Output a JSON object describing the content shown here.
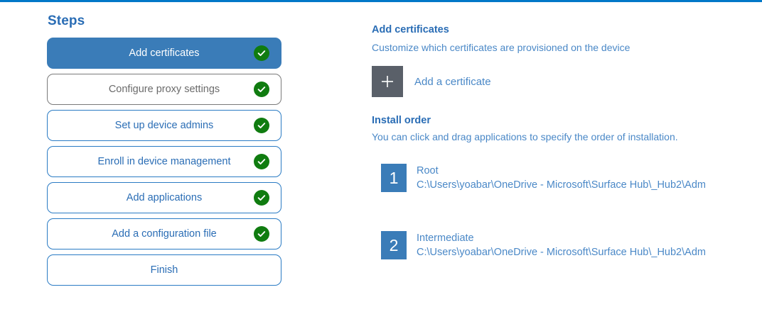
{
  "accent_color": "#0078c8",
  "brand_blue": "#2a6db5",
  "active_blue": "#3a7cb8",
  "success_green": "#107c10",
  "steps_panel": {
    "title": "Steps",
    "items": [
      {
        "label": "Add certificates",
        "state": "active",
        "completed": true
      },
      {
        "label": "Configure proxy settings",
        "state": "hovered",
        "completed": true
      },
      {
        "label": "Set up device admins",
        "state": "default",
        "completed": true
      },
      {
        "label": "Enroll in device management",
        "state": "default",
        "completed": true
      },
      {
        "label": "Add applications",
        "state": "default",
        "completed": true
      },
      {
        "label": "Add a configuration file",
        "state": "default",
        "completed": true
      },
      {
        "label": "Finish",
        "state": "default",
        "completed": false
      }
    ]
  },
  "detail": {
    "add_certificates": {
      "heading": "Add certificates",
      "subtitle": "Customize which certificates are provisioned on the device",
      "add_button_label": "Add a certificate",
      "add_button_icon": "plus-icon"
    },
    "install_order": {
      "heading": "Install order",
      "subtitle": "You can click and drag applications to specify the order of installation.",
      "items": [
        {
          "number": "1",
          "name": "Root",
          "path": "C:\\Users\\yoabar\\OneDrive - Microsoft\\Surface Hub\\_Hub2\\Adm"
        },
        {
          "number": "2",
          "name": "Intermediate",
          "path": "C:\\Users\\yoabar\\OneDrive - Microsoft\\Surface Hub\\_Hub2\\Adm"
        }
      ]
    }
  }
}
